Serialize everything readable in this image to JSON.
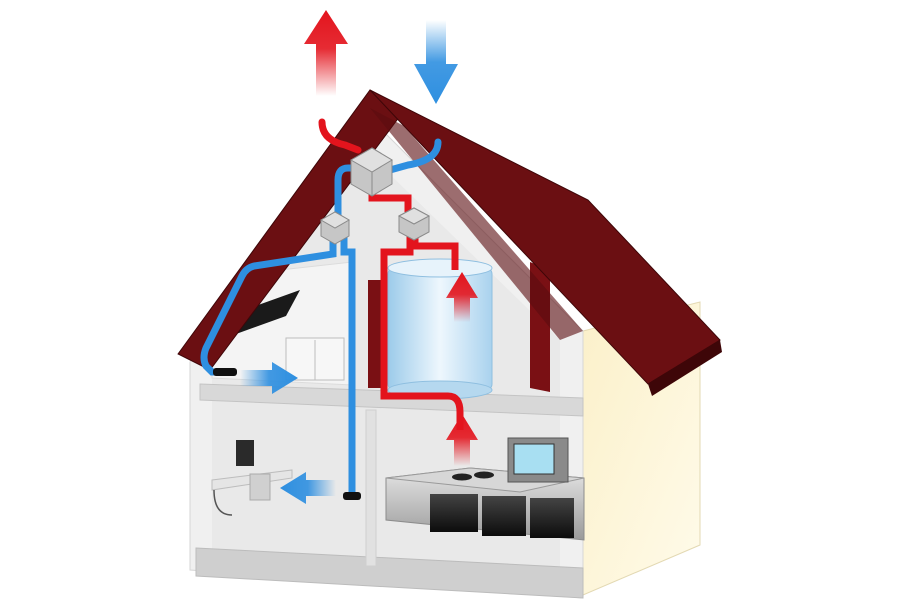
{
  "diagram": {
    "subject": "house-ventilation-heat-recovery",
    "colors": {
      "roof": "#6b0f12",
      "roof_edge": "#3e0608",
      "wall_face": "#f2f2f2",
      "wall_side": "#fbf3d6",
      "floor_slab": "#d9d9d9",
      "interior_wall": "#ececec",
      "warm_duct": "#e3141d",
      "cool_duct": "#2e8fe0",
      "duct_box": "#c9c9c9",
      "tank_glass": "#cfe6f5",
      "appliance_dark": "#1d1d1d",
      "appliance_steel": "#bfbfbf"
    },
    "flows": [
      {
        "id": "exhaust-air",
        "kind": "warm",
        "direction": "up"
      },
      {
        "id": "fresh-air",
        "kind": "cool",
        "direction": "down"
      },
      {
        "id": "supply-attic",
        "kind": "cool",
        "direction": "right"
      },
      {
        "id": "supply-office",
        "kind": "cool",
        "direction": "left"
      },
      {
        "id": "extract-kitchen",
        "kind": "warm",
        "direction": "up"
      },
      {
        "id": "extract-bath",
        "kind": "warm",
        "direction": "up"
      }
    ]
  }
}
